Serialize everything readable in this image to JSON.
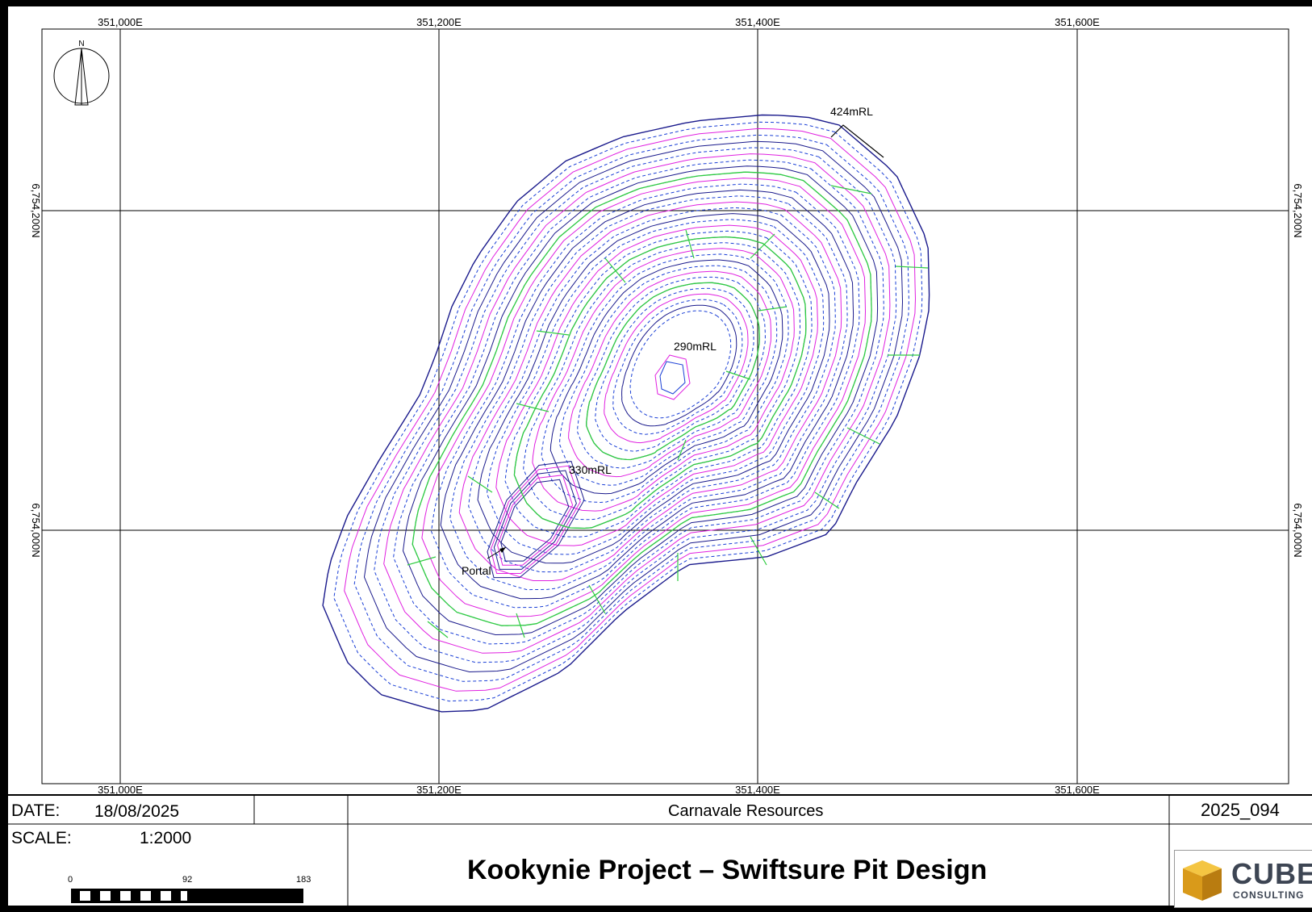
{
  "map": {
    "easting_labels": [
      "351,000E",
      "351,200E",
      "351,400E",
      "351,600E"
    ],
    "northing_labels": [
      "6,754,200N",
      "6,754,000N"
    ],
    "north_arrow_label": "N",
    "annotations": {
      "top": "424mRL",
      "pit_bottom": "290mRL",
      "ramp": "330mRL",
      "portal": "Portal"
    },
    "colors": {
      "crest": "#1a1a8c",
      "toe": "#e020e0",
      "berm": "#2ecc40",
      "dashed": "#1a3fd6",
      "grid": "#000000"
    }
  },
  "title_block": {
    "date_label": "DATE:",
    "date_value": "18/08/2025",
    "scale_label": "SCALE:",
    "scale_value": "1:2000",
    "scale_bar_ticks": [
      "0",
      "92",
      "183"
    ],
    "client": "Carnavale Resources",
    "report_number": "2025_094",
    "title": "Kookynie Project – Swiftsure Pit Design",
    "logo_text": "CUBE",
    "logo_subtext": "CONSULTING"
  }
}
